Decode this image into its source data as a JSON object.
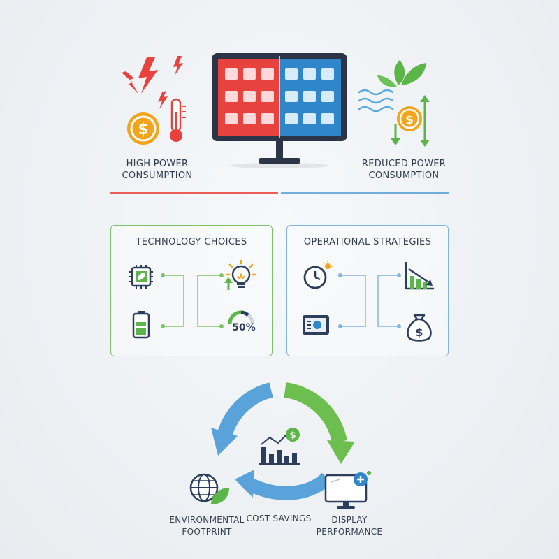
{
  "top": {
    "left_label": "HIGH POWER\nCONSUMPTION",
    "right_label": "REDUCED POWER\nCONSUMPTION",
    "colors": {
      "high": "#e8423f",
      "low": "#2f86c8",
      "green": "#5bb548",
      "gold": "#f2a51c",
      "navy": "#2b3f5c"
    }
  },
  "panels": {
    "technology": {
      "title": "TECHNOLOGY CHOICES",
      "icons": [
        "eco-chip-icon",
        "lightbulb-icon",
        "battery-icon",
        "gauge-icon"
      ],
      "gauge_value": "50%"
    },
    "operational": {
      "title": "OPERATIONAL STRATEGIES",
      "icons": [
        "clock-icon",
        "declining-chart-icon",
        "display-settings-icon",
        "money-bag-icon"
      ]
    }
  },
  "cycle": {
    "labels": {
      "environmental": "ENVIRONMENTAL\nFOOTPRINT",
      "cost": "COST SAVINGS",
      "display": "DISPLAY\nPERFORMANCE"
    },
    "icons": [
      "globe-leaf-icon",
      "bar-chart-dollar-icon",
      "monitor-plus-icon"
    ]
  }
}
